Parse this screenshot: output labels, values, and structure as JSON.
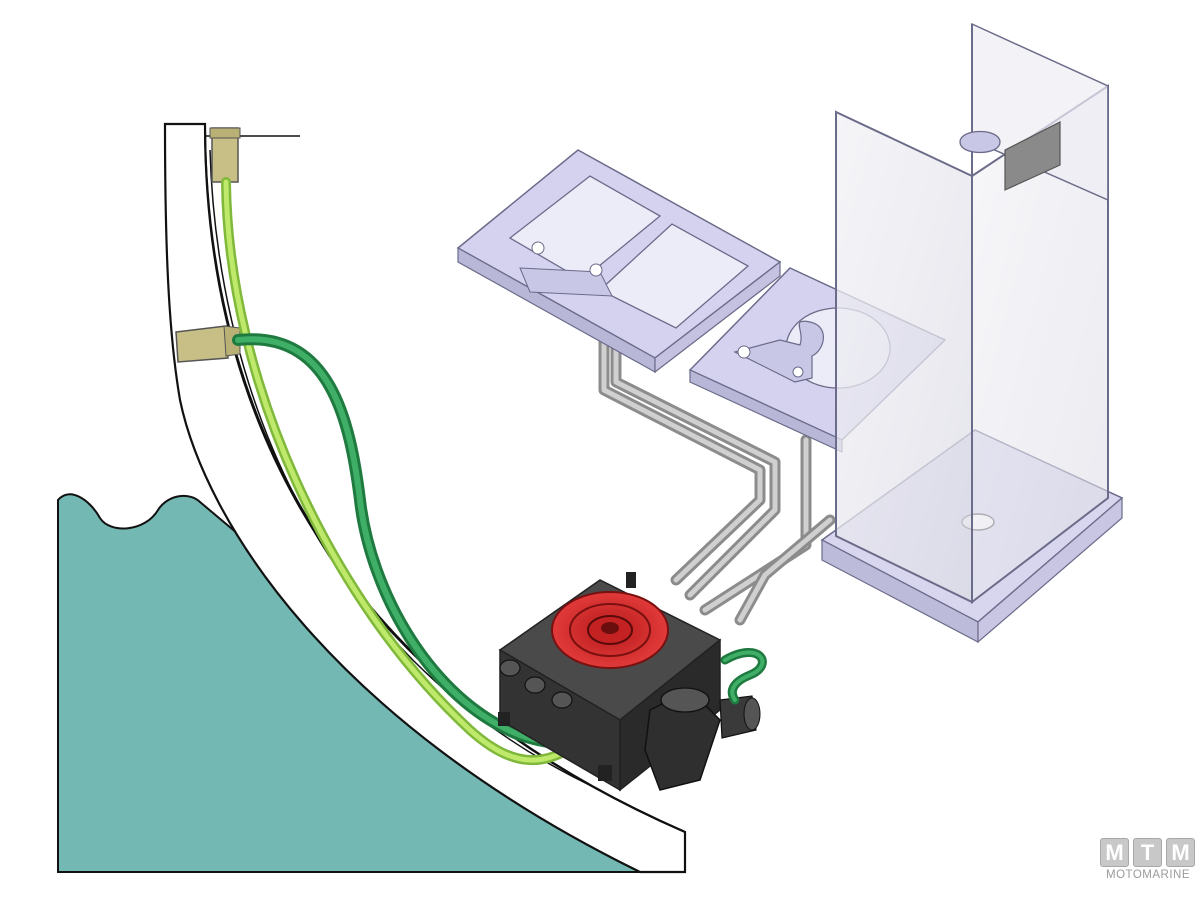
{
  "logo": {
    "letters": [
      "M",
      "T",
      "M"
    ],
    "word": "MOTOMARINE",
    "color": "#c8c8c8"
  },
  "colors": {
    "water": "#73b8b2",
    "hull_outline": "#111111",
    "intake_hose": "#2f9e57",
    "discharge_hose": "#a8d84f",
    "pipes": "#a8a8a8",
    "fixtures": "#d4d2ee",
    "shower_glass": "#e8e8f2",
    "pump_body": "#3a3a3a",
    "pump_impeller": "#d42525",
    "fitting": "#c7bf86"
  },
  "icons": [
    "hull-section",
    "sea-water",
    "double-sink",
    "wash-basin",
    "shower-cabin",
    "drain-pump",
    "strainer-filter"
  ]
}
